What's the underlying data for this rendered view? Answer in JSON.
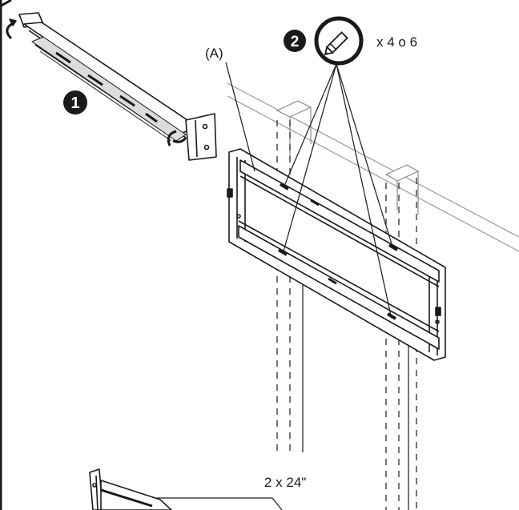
{
  "steps": [
    {
      "number": "1"
    },
    {
      "number": "2"
    }
  ],
  "labels": {
    "bracket_part": "(A)",
    "pencil_quantity": "x 4 o 6",
    "level_measure": "2 x 24\""
  },
  "icons": {
    "pencil": "pencil-icon"
  },
  "colors": {
    "ink": "#1a1a1a",
    "background": "#ffffff"
  }
}
